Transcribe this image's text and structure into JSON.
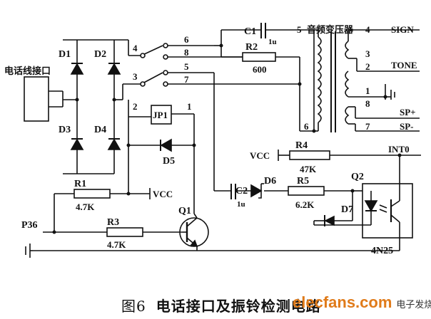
{
  "labels": {
    "phone_port": "电话线接口",
    "d1": "D1",
    "d2": "D2",
    "d3": "D3",
    "d4": "D4",
    "d5": "D5",
    "d6": "D6",
    "d7": "D7",
    "c1": "C1",
    "c1_val": "1u",
    "c2": "C2",
    "c2_val": "1u",
    "r1": "R1",
    "r1_val": "4.7K",
    "r2": "R2",
    "r2_val": "600",
    "r3": "R3",
    "r3_val": "4.7K",
    "r4": "R4",
    "r4_val": "47K",
    "r5": "R5",
    "r5_val": "6.2K",
    "q1": "Q1",
    "q2": "Q2",
    "jp1": "JP1",
    "opto": "4N25",
    "vcc1": "VCC",
    "vcc2": "VCC",
    "int0": "INT0",
    "p36": "P36",
    "transformer": "音频变压器",
    "sign": "SIGN",
    "tone": "TONE",
    "sp_plus": "SP+",
    "sp_minus": "SP-",
    "pin4a": "4",
    "pin8a": "8",
    "pin6a": "6",
    "pin3a": "3",
    "pin5a": "5",
    "pin7a": "7",
    "jp_pin2": "2",
    "jp_pin1": "1",
    "tr_pin5": "5",
    "tr_pin4": "4",
    "tr_pin6": "6",
    "tr_pin3": "3",
    "tr_pin2": "2",
    "tr_pin1": "1",
    "tr_pin8": "8",
    "tr_pin7": "7"
  },
  "caption": {
    "figure": "图6",
    "title": "电话接口及振铃检测电路"
  },
  "watermark": {
    "brand": "elecfans.com",
    "cn": "电子发烧友"
  }
}
